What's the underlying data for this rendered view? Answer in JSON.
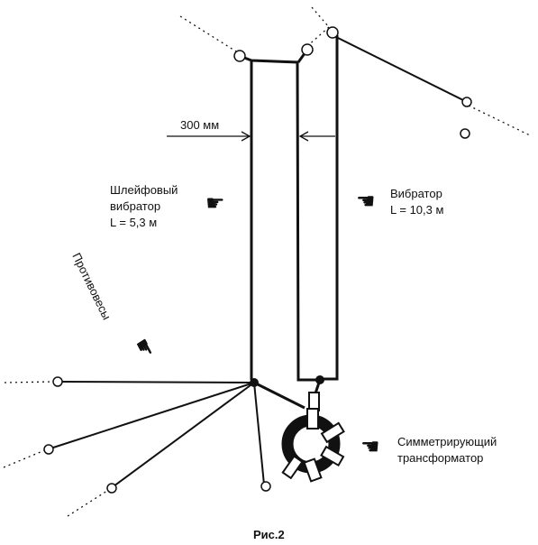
{
  "labels": {
    "gap": "300 мм",
    "folded_dipole": [
      "Шлейфовый",
      "вибратор",
      "L = 5,3 м"
    ],
    "vibrator": [
      "Вибратор",
      "L = 10,3 м"
    ],
    "counterpoises": "Противовесы",
    "transformer": [
      "Симметрирующий",
      "трансформатор"
    ],
    "caption": "Рис.2"
  },
  "icons": {
    "hand_folded": "pointing-hand-right-icon",
    "hand_vibrator": "pointing-hand-left-icon",
    "hand_counterpoise": "pointing-hand-down-icon",
    "hand_transformer": "pointing-hand-left-icon",
    "insulator": "insulator-ring-icon",
    "toroid": "toroid-transformer-icon"
  },
  "colors": {
    "ink": "#111111",
    "paper": "#ffffff"
  }
}
